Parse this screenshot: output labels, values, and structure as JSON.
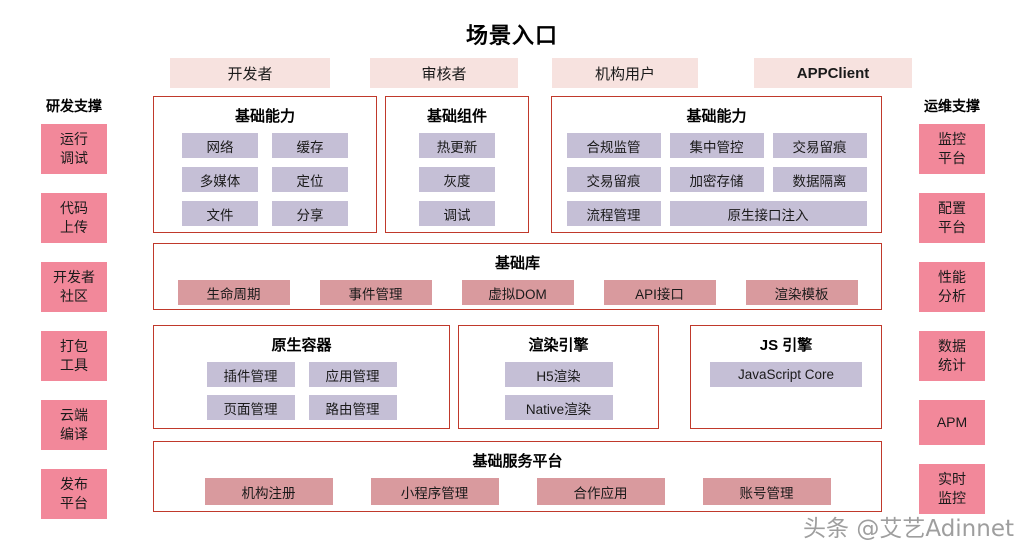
{
  "title": "场景入口",
  "entries": [
    {
      "label": "开发者",
      "bold": false
    },
    {
      "label": "审核者",
      "bold": false
    },
    {
      "label": "机构用户",
      "bold": false
    },
    {
      "label": "APPClient",
      "bold": true
    }
  ],
  "left_sidebar": {
    "heading": "研发支撑",
    "items": [
      {
        "line1": "运行",
        "line2": "调试"
      },
      {
        "line1": "代码",
        "line2": "上传"
      },
      {
        "line1": "开发者",
        "line2": "社区"
      },
      {
        "line1": "打包",
        "line2": "工具"
      },
      {
        "line1": "云端",
        "line2": "编译"
      },
      {
        "line1": "发布",
        "line2": "平台"
      }
    ]
  },
  "right_sidebar": {
    "heading": "运维支撑",
    "items": [
      {
        "line1": "监控",
        "line2": "平台"
      },
      {
        "line1": "配置",
        "line2": "平台"
      },
      {
        "line1": "性能",
        "line2": "分析"
      },
      {
        "line1": "数据",
        "line2": "统计"
      },
      {
        "line1": "APM",
        "line2": ""
      },
      {
        "line1": "实时",
        "line2": "监控"
      }
    ]
  },
  "groups": {
    "basic_ability": {
      "title": "基础能力",
      "chips": [
        "网络",
        "缓存",
        "多媒体",
        "定位",
        "文件",
        "分享"
      ]
    },
    "basic_components": {
      "title": "基础组件",
      "chips": [
        "热更新",
        "灰度",
        "调试"
      ]
    },
    "security_ability": {
      "title": "基础能力",
      "chips": [
        "合规监管",
        "集中管控",
        "交易留痕",
        "交易留痕",
        "加密存储",
        "数据隔离",
        "流程管理",
        "原生接口注入"
      ]
    },
    "base_library": {
      "title": "基础库",
      "chips": [
        "生命周期",
        "事件管理",
        "虚拟DOM",
        "API接口",
        "渲染模板"
      ]
    },
    "native_container": {
      "title": "原生容器",
      "chips": [
        "插件管理",
        "应用管理",
        "页面管理",
        "路由管理"
      ]
    },
    "render_engine": {
      "title": "渲染引擎",
      "chips": [
        "H5渲染",
        "Native渲染"
      ]
    },
    "js_engine": {
      "title": "JS 引擎",
      "chips": [
        "JavaScript Core"
      ]
    },
    "base_service": {
      "title": "基础服务平台",
      "chips": [
        "机构注册",
        "小程序管理",
        "合作应用",
        "账号管理"
      ]
    }
  },
  "watermark": "头条 @艾艺Adinnet",
  "colors": {
    "entry_chip": "#f7e2df",
    "sidebar_chip": "#f2889a",
    "lavender_chip": "#c5bfd6",
    "rose_chip": "#d99a9e",
    "group_border": "#c0392b",
    "background": "#ffffff"
  }
}
